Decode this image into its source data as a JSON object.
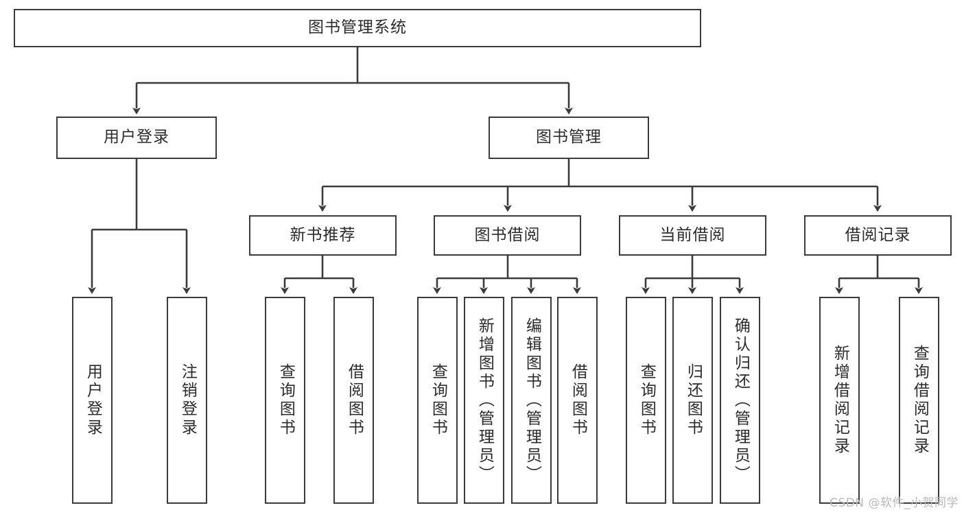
{
  "diagram": {
    "type": "tree-hierarchy",
    "title": "图书管理系统",
    "root": {
      "id": "root",
      "label": "图书管理系统"
    },
    "level2": [
      {
        "id": "user-login",
        "label": "用户登录"
      },
      {
        "id": "book-mgmt",
        "label": "图书管理"
      }
    ],
    "level3": [
      {
        "id": "new-book-rec",
        "label": "新书推荐",
        "parent": "book-mgmt"
      },
      {
        "id": "book-borrow",
        "label": "图书借阅",
        "parent": "book-mgmt"
      },
      {
        "id": "current-borrow",
        "label": "当前借阅",
        "parent": "book-mgmt"
      },
      {
        "id": "borrow-record",
        "label": "借阅记录",
        "parent": "book-mgmt"
      }
    ],
    "leaves": [
      {
        "id": "leaf-user-login",
        "label": "用户登录",
        "parent": "user-login"
      },
      {
        "id": "leaf-user-logout",
        "label": "注销登录",
        "parent": "user-login"
      },
      {
        "id": "leaf-query-book-1",
        "label": "查询图书",
        "parent": "new-book-rec"
      },
      {
        "id": "leaf-borrow-book-1",
        "label": "借阅图书",
        "parent": "new-book-rec"
      },
      {
        "id": "leaf-query-book-2",
        "label": "查询图书",
        "parent": "book-borrow"
      },
      {
        "id": "leaf-add-book",
        "label": "新增图书（管理员）",
        "parent": "book-borrow"
      },
      {
        "id": "leaf-edit-book",
        "label": "编辑图书（管理员）",
        "parent": "book-borrow"
      },
      {
        "id": "leaf-borrow-book-2",
        "label": "借阅图书",
        "parent": "book-borrow"
      },
      {
        "id": "leaf-query-book-3",
        "label": "查询图书",
        "parent": "current-borrow"
      },
      {
        "id": "leaf-return-book",
        "label": "归还图书",
        "parent": "current-borrow"
      },
      {
        "id": "leaf-confirm-return",
        "label": "确认归还（管理员）",
        "parent": "current-borrow"
      },
      {
        "id": "leaf-add-record",
        "label": "新增借阅记录",
        "parent": "borrow-record"
      },
      {
        "id": "leaf-query-record",
        "label": "查询借阅记录",
        "parent": "borrow-record"
      }
    ],
    "watermark": "CSDN @软件_小贺同学",
    "colors": {
      "border": "#3b3b3b",
      "text": "#2b2b2b",
      "background": "#ffffff",
      "watermark": "#b9b9b9"
    }
  }
}
